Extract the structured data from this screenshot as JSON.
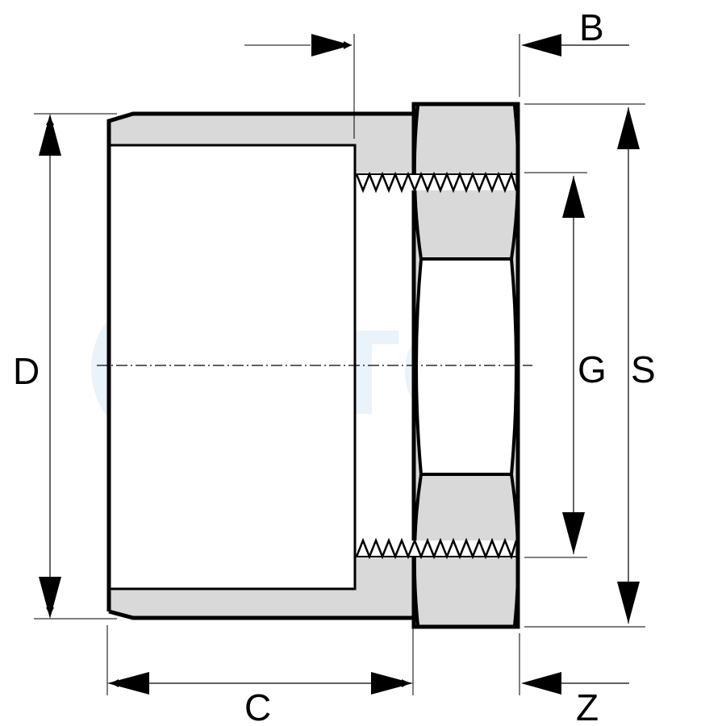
{
  "watermark": {
    "text": "HTC",
    "color": "#e8f1fa"
  },
  "dimensions": {
    "B": "B",
    "C": "C",
    "D": "D",
    "G": "G",
    "S": "S",
    "Z": "Z"
  },
  "colors": {
    "body_fill": "#d9d9d9",
    "line": "#000000"
  }
}
